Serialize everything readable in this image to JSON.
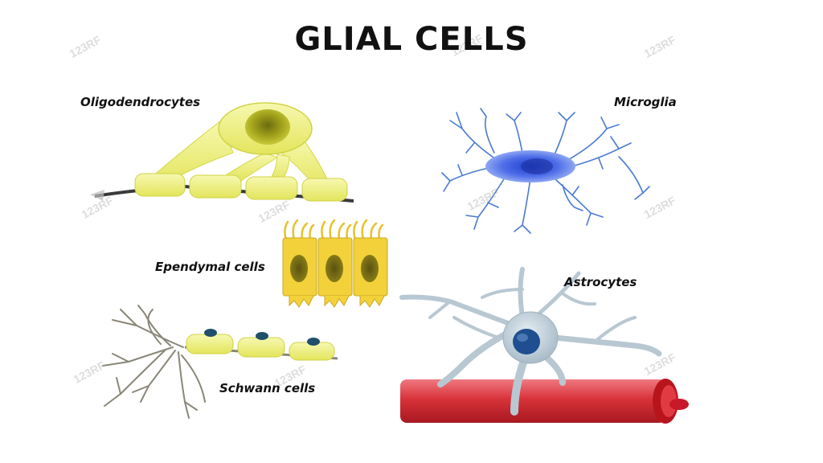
{
  "title": "GLIAL CELLS",
  "labels": {
    "oligodendrocytes": "Oligodendrocytes",
    "microglia": "Microglia",
    "ependymal": "Ependymal cells",
    "astrocytes": "Astrocytes",
    "schwann": "Schwann cells"
  },
  "watermark": "123RF",
  "colors": {
    "yellow_cell": "#eef07a",
    "yellow_nucleus": "#b8b826",
    "ependymal_fill": "#f2d13a",
    "microglia_body": "#3f5fe0",
    "microglia_branch": "#4a7bd0",
    "astrocyte": "#b8c8d2",
    "astrocyte_nucleus": "#1f4f90",
    "vessel": "#d8323a",
    "axon": "#3a3a3a"
  }
}
